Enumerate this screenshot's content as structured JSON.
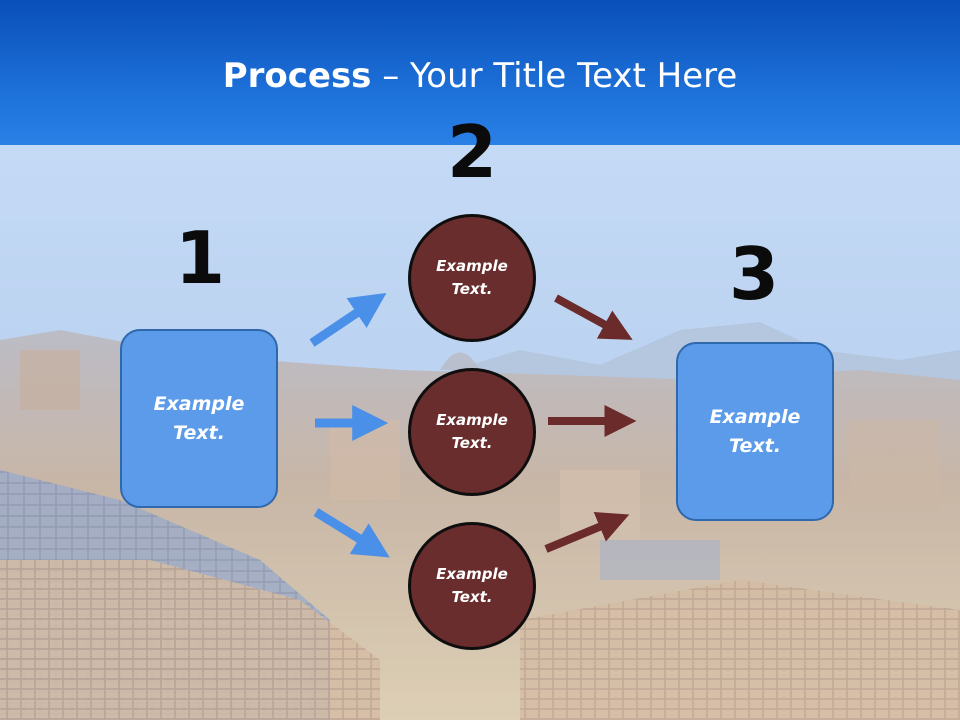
{
  "title": {
    "bold": "Process",
    "rest": " – Your Title Text Here"
  },
  "steps": {
    "one": "1",
    "two": "2",
    "three": "3"
  },
  "left_box": {
    "text": "Example\nText."
  },
  "right_box": {
    "text": "Example\nText."
  },
  "circles": [
    {
      "text": "Example\nText."
    },
    {
      "text": "Example\nText."
    },
    {
      "text": "Example\nText."
    }
  ],
  "colors": {
    "box_fill": "#5b9be9",
    "circle_fill": "#6a2d2d",
    "arrow_blue": "#4a90e8",
    "arrow_brown": "#6b2b2b",
    "header": "#1f74dc"
  }
}
